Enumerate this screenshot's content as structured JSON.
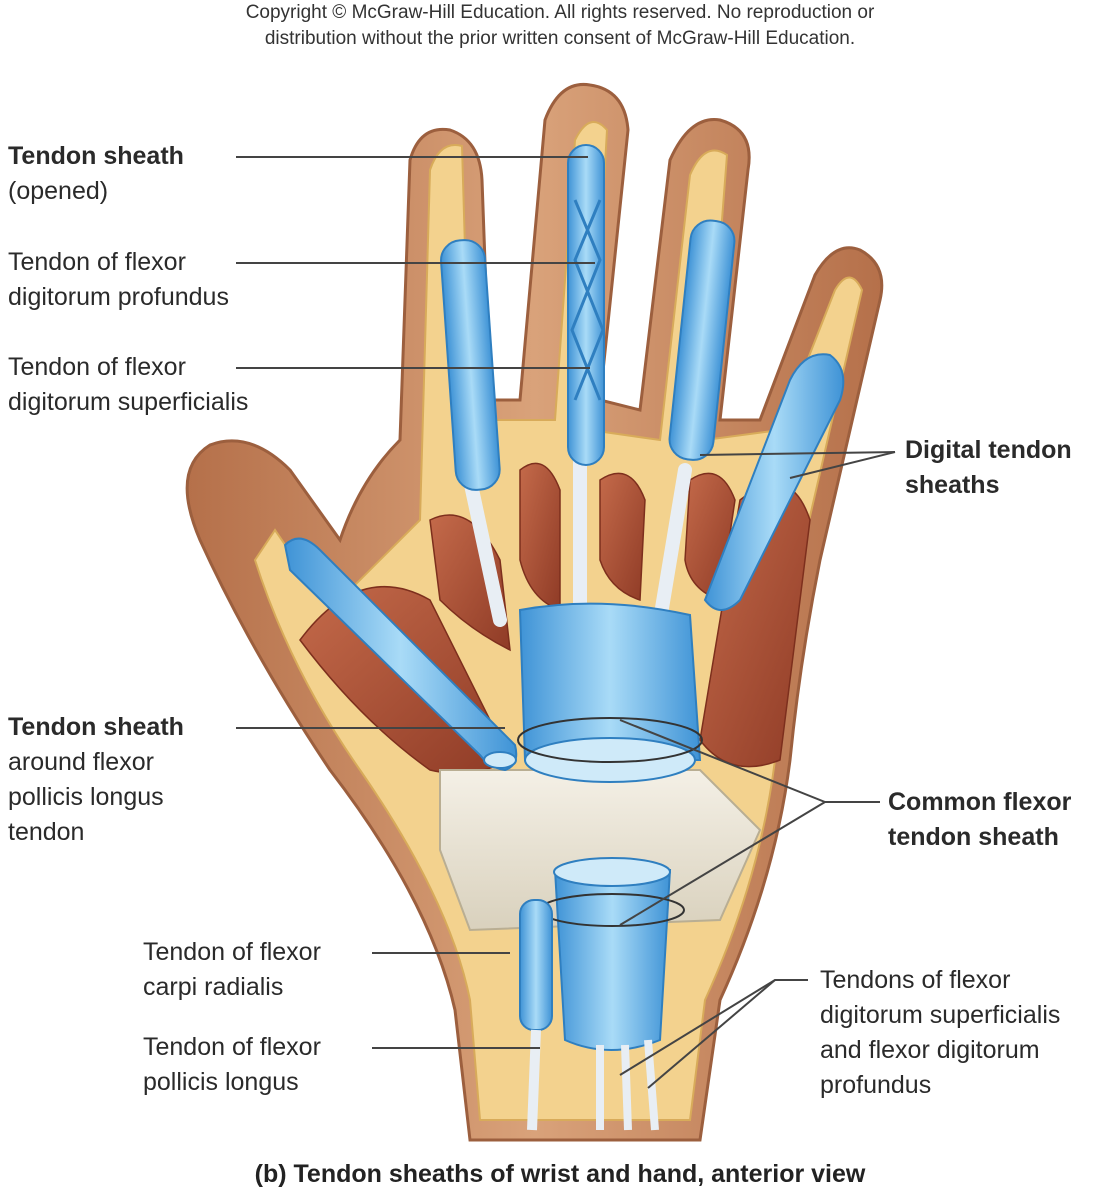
{
  "copyright": {
    "line1": "Copyright © McGraw-Hill Education. All rights reserved. No reproduction or",
    "line2": "distribution without the prior written consent of McGraw-Hill Education."
  },
  "labels": {
    "tendon_sheath_opened": {
      "line1": "Tendon sheath",
      "line2": "(opened)"
    },
    "fdp": {
      "line1": "Tendon of flexor",
      "line2": "digitorum profundus"
    },
    "fds": {
      "line1": "Tendon of flexor",
      "line2": "digitorum superficialis"
    },
    "digital_sheaths": {
      "line1": "Digital tendon",
      "line2": "sheaths"
    },
    "fpl_sheath": {
      "line1": "Tendon sheath",
      "line2": "around flexor",
      "line3": "pollicis longus",
      "line4": "tendon"
    },
    "common_sheath": {
      "line1": "Common flexor",
      "line2": "tendon sheath"
    },
    "fcr": {
      "line1": "Tendon of flexor",
      "line2": "carpi radialis"
    },
    "fpl": {
      "line1": "Tendon of flexor",
      "line2": "pollicis longus"
    },
    "fds_fdp": {
      "line1": "Tendons of flexor",
      "line2": "digitorum superficialis",
      "line3": "and flexor digitorum",
      "line4": "profundus"
    }
  },
  "caption": "(b) Tendon sheaths of wrist and hand, anterior view",
  "colors": {
    "skin": "#c98a5e",
    "fat": "#f3d28e",
    "muscle": "#b4573b",
    "sheath": "#5fb0e6",
    "tendon": "#e8eef4",
    "line": "#444444"
  }
}
